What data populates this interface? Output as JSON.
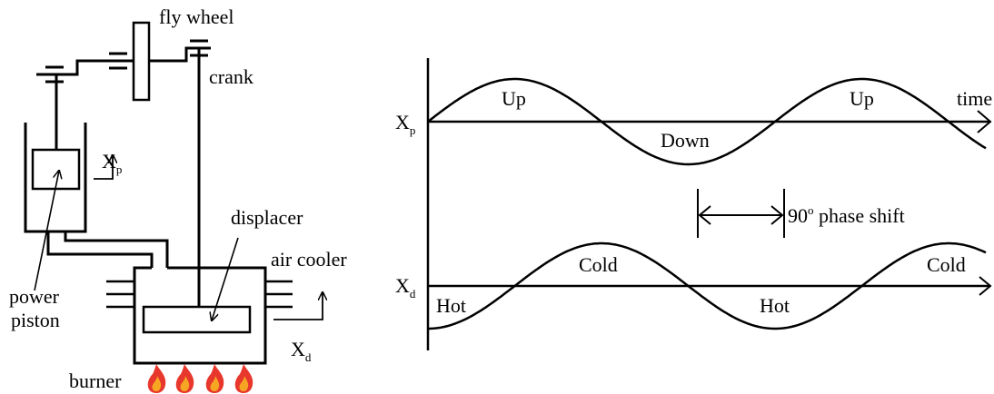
{
  "engine": {
    "fly_wheel_label": "fly wheel",
    "crank_label": "crank",
    "power_piston_label_line1": "power",
    "power_piston_label_line2": "piston",
    "displacer_label": "displacer",
    "air_cooler_label": "air cooler",
    "burner_label": "burner",
    "xp_label": "X",
    "xp_sub": "p",
    "xd_label": "X",
    "xd_sub": "d",
    "flame_color": "#e8372c",
    "flame_inner_color": "#f6a623"
  },
  "waves": {
    "xp_label": "X",
    "xp_sub": "p",
    "xd_label": "X",
    "xd_sub": "d",
    "time_label": "time",
    "up1": "Up",
    "up2": "Up",
    "down": "Down",
    "cold1": "Cold",
    "cold2": "Cold",
    "hot1": "Hot",
    "hot2": "Hot",
    "phase_value": "90",
    "phase_sup": "o",
    "phase_text": " phase shift"
  }
}
